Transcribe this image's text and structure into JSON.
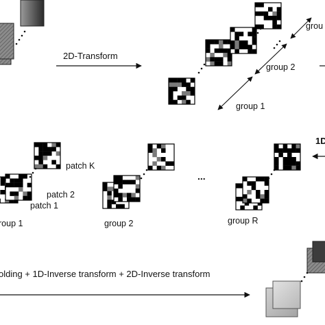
{
  "labels": {
    "transform_2d": "2D-Transform",
    "group_top_cut": "grou",
    "group_2_top": "group 2",
    "group_1_top": "group 1",
    "one_d_cut": "1D",
    "patch_k": "patch K",
    "patch_2": "patch 2",
    "patch_1": "patch 1",
    "group_1_bottom": "roup 1",
    "group_2_bottom": "group 2",
    "group_r": "group R",
    "ellipsis": "...",
    "inverse_pipeline": "olding + 1D-Inverse transform + 2D-Inverse transform"
  },
  "colors": {
    "ink": "#111111",
    "patch_border": "#000000"
  }
}
